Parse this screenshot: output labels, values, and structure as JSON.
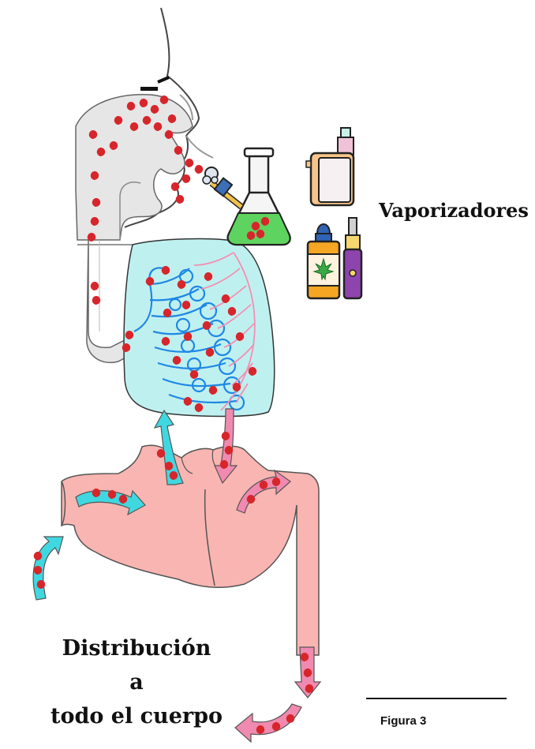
{
  "labels": {
    "vaporizers": "Vaporizadores",
    "distribution_line1": "Distribución",
    "distribution_line2": "a",
    "distribution_line3": "todo el cuerpo",
    "figure_caption": "Figura 3"
  },
  "icons": [
    "head-profile-icon",
    "airway-icon",
    "lungs-icon",
    "heart-icon",
    "aorta-icon",
    "bong-icon",
    "box-vaporizer-icon",
    "cannabis-oil-bottle-icon",
    "vape-pen-icon",
    "particle-dot-icon",
    "blood-flow-arrow-icon"
  ],
  "colors": {
    "particle": "#d7262b",
    "airway": "#e6e6e6",
    "lung_fill": "#bff0f0",
    "bronchi": "#1e88e5",
    "vessels": "#f48fb1",
    "heart_fill": "#f8b5b1",
    "arrow_oxygenated": "#40d8e0",
    "arrow_deoxygenated": "#f08ab0",
    "liquid": "#5fd35f"
  }
}
